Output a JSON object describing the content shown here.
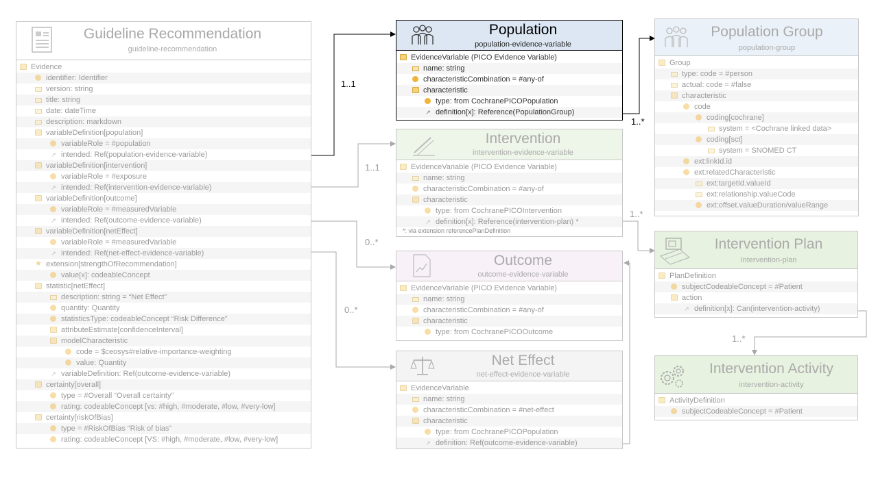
{
  "boxes": {
    "guideline": {
      "title": "Guideline Recommendation",
      "subtitle": "guideline-recommendation",
      "icon": "document-icon",
      "rows": [
        {
          "t": "Evidence",
          "ic": "folder",
          "lvl": 0
        },
        {
          "t": "identifier: Identifier",
          "ic": "coding",
          "lvl": 1
        },
        {
          "t": "version: string",
          "ic": "string",
          "lvl": 1
        },
        {
          "t": "title: string",
          "ic": "string",
          "lvl": 1
        },
        {
          "t": "date: dateTime",
          "ic": "string",
          "lvl": 1
        },
        {
          "t": "description: markdown",
          "ic": "string",
          "lvl": 1
        },
        {
          "t": "variableDefinition[population]",
          "ic": "folder",
          "lvl": 1
        },
        {
          "t": "variableRole = #population",
          "ic": "coding",
          "lvl": 2
        },
        {
          "t": "intended: Ref(population-evidence-variable)",
          "ic": "ref",
          "lvl": 2
        },
        {
          "t": "variableDefinition[intervention]",
          "ic": "folder",
          "lvl": 1
        },
        {
          "t": "variableRole = #exposure",
          "ic": "coding",
          "lvl": 2
        },
        {
          "t": "intended: Ref(intervention-evidence-variable)",
          "ic": "ref",
          "lvl": 2
        },
        {
          "t": "variableDefinition[outcome]",
          "ic": "folder",
          "lvl": 1
        },
        {
          "t": "variableRole = #measuredVariable",
          "ic": "coding",
          "lvl": 2
        },
        {
          "t": "intended: Ref(outcome-evidence-variable)",
          "ic": "ref",
          "lvl": 2
        },
        {
          "t": "variableDefinition[netEffect]",
          "ic": "folder",
          "lvl": 1
        },
        {
          "t": "variableRole = #measuredVariable",
          "ic": "coding",
          "lvl": 2
        },
        {
          "t": "intended: Ref(net-effect-evidence-variable)",
          "ic": "ref",
          "lvl": 2
        },
        {
          "t": "extension[strengthOfRecommendation]",
          "ic": "star",
          "lvl": 1
        },
        {
          "t": "value[x]: codeableConcept",
          "ic": "coding",
          "lvl": 2
        },
        {
          "t": "statistic[netEffect]",
          "ic": "folder",
          "lvl": 1
        },
        {
          "t": "description: string = “Net Effect”",
          "ic": "string",
          "lvl": 2
        },
        {
          "t": "quantity: Quantity",
          "ic": "coding",
          "lvl": 2
        },
        {
          "t": "statisticsType: codeableConcept “Risk Difference”",
          "ic": "coding",
          "lvl": 2
        },
        {
          "t": "attributeEstimate[confidenceInterval]",
          "ic": "folder",
          "lvl": 2
        },
        {
          "t": "modelCharacteristic",
          "ic": "folder",
          "lvl": 2
        },
        {
          "t": "code = $ceosys#relative-importance-weighting",
          "ic": "coding",
          "lvl": 3
        },
        {
          "t": "value: Quantity",
          "ic": "coding",
          "lvl": 3
        },
        {
          "t": "variableDefinition: Ref(outcome-evidence-variable)",
          "ic": "ref",
          "lvl": 2
        },
        {
          "t": "certainty[overall]",
          "ic": "folder",
          "lvl": 1
        },
        {
          "t": "type = #Overall “Overall certainty”",
          "ic": "coding",
          "lvl": 2
        },
        {
          "t": "rating: codeableConcept [vs: #high, #moderate, #low, #very-low]",
          "ic": "coding",
          "lvl": 2
        },
        {
          "t": "certainty[riskOfBias]",
          "ic": "folder",
          "lvl": 1
        },
        {
          "t": "type = #RiskOfBias “Risk of bias”",
          "ic": "coding",
          "lvl": 2
        },
        {
          "t": "rating: codeableConcept [VS: #high, #moderate,  #low, #very-low]",
          "ic": "coding",
          "lvl": 2
        }
      ]
    },
    "population": {
      "title": "Population",
      "subtitle": "population-evidence-variable",
      "icon": "people-icon",
      "rows": [
        {
          "t": "EvidenceVariable (PICO Evidence Variable)",
          "ic": "folder",
          "lvl": 0
        },
        {
          "t": "name: string",
          "ic": "string",
          "lvl": 1
        },
        {
          "t": "characteristicCombination = #any-of",
          "ic": "coding",
          "lvl": 1
        },
        {
          "t": "characteristic",
          "ic": "folder",
          "lvl": 1
        },
        {
          "t": "type:  from CochranePICOPopulation",
          "ic": "coding",
          "lvl": 2
        },
        {
          "t": "definition[x]: Reference(PopulationGroup)",
          "ic": "ref",
          "lvl": 2
        }
      ]
    },
    "intervention": {
      "title": "Intervention",
      "subtitle": "intervention-evidence-variable",
      "icon": "syringe-icon",
      "rows": [
        {
          "t": "EvidenceVariable (PICO Evidence Variable)",
          "ic": "folder",
          "lvl": 0
        },
        {
          "t": "name: string",
          "ic": "string",
          "lvl": 1
        },
        {
          "t": "characteristicCombination = #any-of",
          "ic": "coding",
          "lvl": 1
        },
        {
          "t": "characteristic",
          "ic": "folder",
          "lvl": 1
        },
        {
          "t": "type:  from CochranePICOIntervention",
          "ic": "coding",
          "lvl": 2
        },
        {
          "t": "definition[x]: Reference(intervention-plan) *",
          "ic": "ref",
          "lvl": 2
        }
      ],
      "note": "*: via extension referencePlanDefinition"
    },
    "outcome": {
      "title": "Outcome",
      "subtitle": "outcome-evidence-variable",
      "icon": "chart-doc-icon",
      "rows": [
        {
          "t": "EvidenceVariable (PICO Evidence Variable)",
          "ic": "folder",
          "lvl": 0
        },
        {
          "t": "name: string",
          "ic": "string",
          "lvl": 1
        },
        {
          "t": "characteristicCombination = #any-of",
          "ic": "coding",
          "lvl": 1
        },
        {
          "t": "characteristic",
          "ic": "folder",
          "lvl": 1
        },
        {
          "t": "type:  from CochranePICOOutcome",
          "ic": "coding",
          "lvl": 2
        }
      ]
    },
    "neteffect": {
      "title": "Net Effect",
      "subtitle": "net-effect-evidence-variable",
      "icon": "scales-icon",
      "rows": [
        {
          "t": "EvidenceVariable",
          "ic": "folder",
          "lvl": 0
        },
        {
          "t": "name: string",
          "ic": "string",
          "lvl": 1
        },
        {
          "t": "characteristicCombination = #net-effect",
          "ic": "coding",
          "lvl": 1
        },
        {
          "t": "characteristic",
          "ic": "folder",
          "lvl": 1
        },
        {
          "t": "type:  from CochranePICOPopulation",
          "ic": "coding",
          "lvl": 2
        },
        {
          "t": "definition: Ref(outcome-evidence-variable)",
          "ic": "ref",
          "lvl": 2
        }
      ]
    },
    "popgroup": {
      "title": "Population Group",
      "subtitle": "population-group",
      "icon": "group-icon",
      "rows": [
        {
          "t": "Group",
          "ic": "folder",
          "lvl": 0
        },
        {
          "t": "type:  code = #person",
          "ic": "string",
          "lvl": 1
        },
        {
          "t": "actual: code = #false",
          "ic": "string",
          "lvl": 1
        },
        {
          "t": "characteristic",
          "ic": "folder",
          "lvl": 1
        },
        {
          "t": "code",
          "ic": "coding",
          "lvl": 2
        },
        {
          "t": "coding[cochrane]",
          "ic": "coding",
          "lvl": 3
        },
        {
          "t": "system = <Cochrane linked data>",
          "ic": "string",
          "lvl": 4
        },
        {
          "t": "coding[sct]",
          "ic": "coding",
          "lvl": 3
        },
        {
          "t": "system = SNOMED CT",
          "ic": "string",
          "lvl": 4
        },
        {
          "t": "ext:linkId.id",
          "ic": "coding",
          "lvl": 2
        },
        {
          "t": "ext:relatedCharacteristic",
          "ic": "coding",
          "lvl": 2
        },
        {
          "t": "ext:targetId.valueId",
          "ic": "string",
          "lvl": 3
        },
        {
          "t": "ext:relationship.valueCode",
          "ic": "string",
          "lvl": 3
        },
        {
          "t": "ext:offset.valueDuration/valueRange",
          "ic": "coding",
          "lvl": 3
        }
      ]
    },
    "intplan": {
      "title": "Intervention Plan",
      "subtitle": "Intervention-plan",
      "icon": "plan-icon",
      "rows": [
        {
          "t": "PlanDefinition",
          "ic": "folder",
          "lvl": 0
        },
        {
          "t": "subjectCodeableConcept = #Patient",
          "ic": "coding",
          "lvl": 1
        },
        {
          "t": "action",
          "ic": "folder",
          "lvl": 1
        },
        {
          "t": "definition[x]: Can(intervention-activity)",
          "ic": "ref",
          "lvl": 2
        }
      ]
    },
    "intactivity": {
      "title": "Intervention Activity",
      "subtitle": "intervention-activity",
      "icon": "gears-icon",
      "rows": [
        {
          "t": "ActivityDefinition",
          "ic": "folder",
          "lvl": 0
        },
        {
          "t": "subjectCodeableConcept = #Patient",
          "ic": "coding",
          "lvl": 1
        }
      ]
    }
  },
  "multiplicities": {
    "pop": "1..1",
    "popgroup": "1..*",
    "intervention": "1..1",
    "intplan": "1..*",
    "outcome": "0..*",
    "neteffect": "0..*",
    "intactivity": "1..*"
  },
  "colors": {
    "population_header": "#dce7f3",
    "popgroup_header": "#eaf1f8",
    "intervention_header": "#eef5e9",
    "outcome_header": "#f8f1f8",
    "neteffect_header": "#f4f4f4",
    "plan_header": "#e8f2e0",
    "activity_header": "#e8f2e0",
    "connector": "#a8a8a8",
    "active_connector": "#000000"
  }
}
